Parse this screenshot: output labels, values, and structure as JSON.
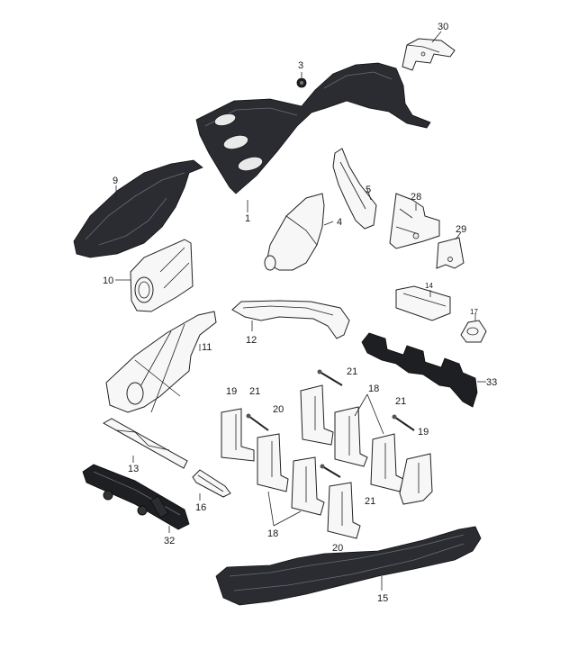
{
  "diagram": {
    "callouts": {
      "p1": "1",
      "p3": "3",
      "p4": "4",
      "p5": "5",
      "p9": "9",
      "p10": "10",
      "p11": "11",
      "p12": "12",
      "p13": "13",
      "p14": "14",
      "p15": "15",
      "p16": "16",
      "p17": "17",
      "p18a": "18",
      "p18b": "18",
      "p19a": "19",
      "p19b": "19",
      "p20a": "20",
      "p20b": "20",
      "p21a": "21",
      "p21b": "21",
      "p21c": "21",
      "p21d": "21",
      "p28": "28",
      "p29": "29",
      "p30": "30",
      "p32": "32",
      "p33": "33"
    }
  },
  "colors": {
    "dark_part": "#2a2c31",
    "line_art": "#222222",
    "background": "#ffffff"
  }
}
